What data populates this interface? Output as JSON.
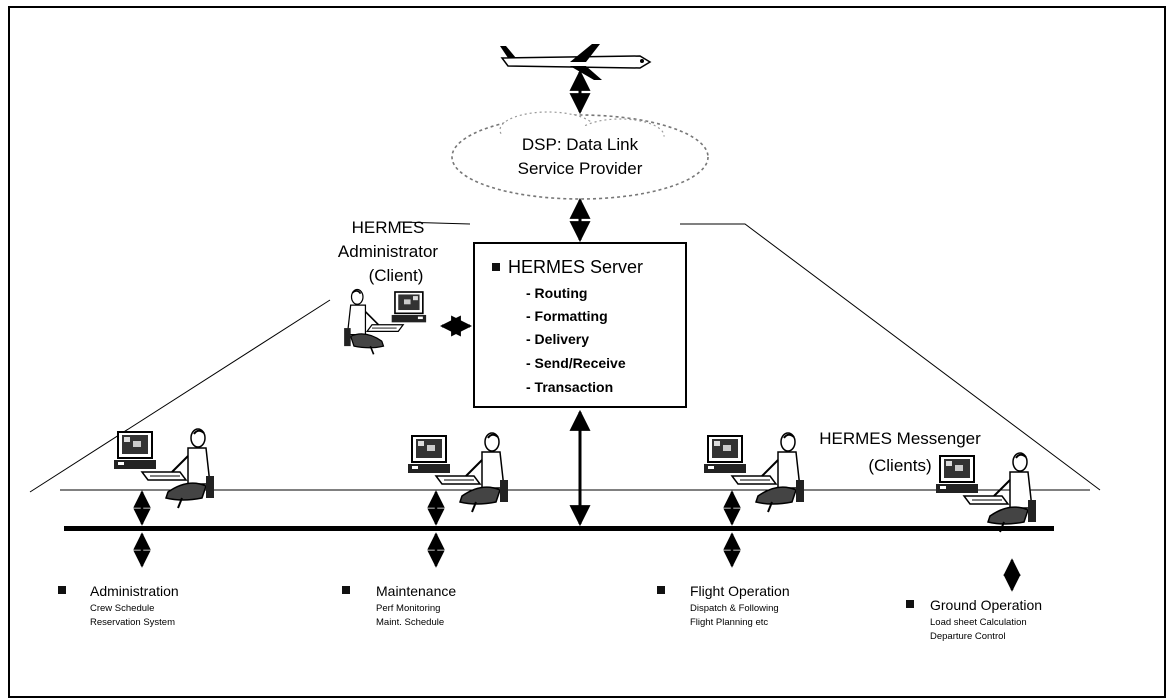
{
  "dsp": {
    "line1": "DSP: Data Link",
    "line2": "Service Provider"
  },
  "administrator": {
    "line1": "HERMES",
    "line2": "Administrator",
    "line3": "(Client)"
  },
  "server": {
    "title": "HERMES Server",
    "functions": [
      "- Routing",
      "- Formatting",
      "- Delivery",
      "- Send/Receive",
      "- Transaction"
    ]
  },
  "messenger": {
    "line1": "HERMES Messenger",
    "line2": "(Clients)"
  },
  "departments": [
    {
      "title": "Administration",
      "items": [
        "Crew Schedule",
        "Reservation System"
      ]
    },
    {
      "title": "Maintenance",
      "items": [
        "Perf Monitoring",
        "Maint. Schedule"
      ]
    },
    {
      "title": "Flight Operation",
      "items": [
        "Dispatch & Following",
        "Flight Planning etc"
      ]
    },
    {
      "title": "Ground Operation",
      "items": [
        "Load sheet Calculation",
        "Departure Control"
      ]
    }
  ],
  "icons": {
    "aircraft": "aircraft-icon",
    "cloud": "cloud-icon",
    "workstation": "workstation-user-icon",
    "bullet": "square-bullet-icon"
  }
}
